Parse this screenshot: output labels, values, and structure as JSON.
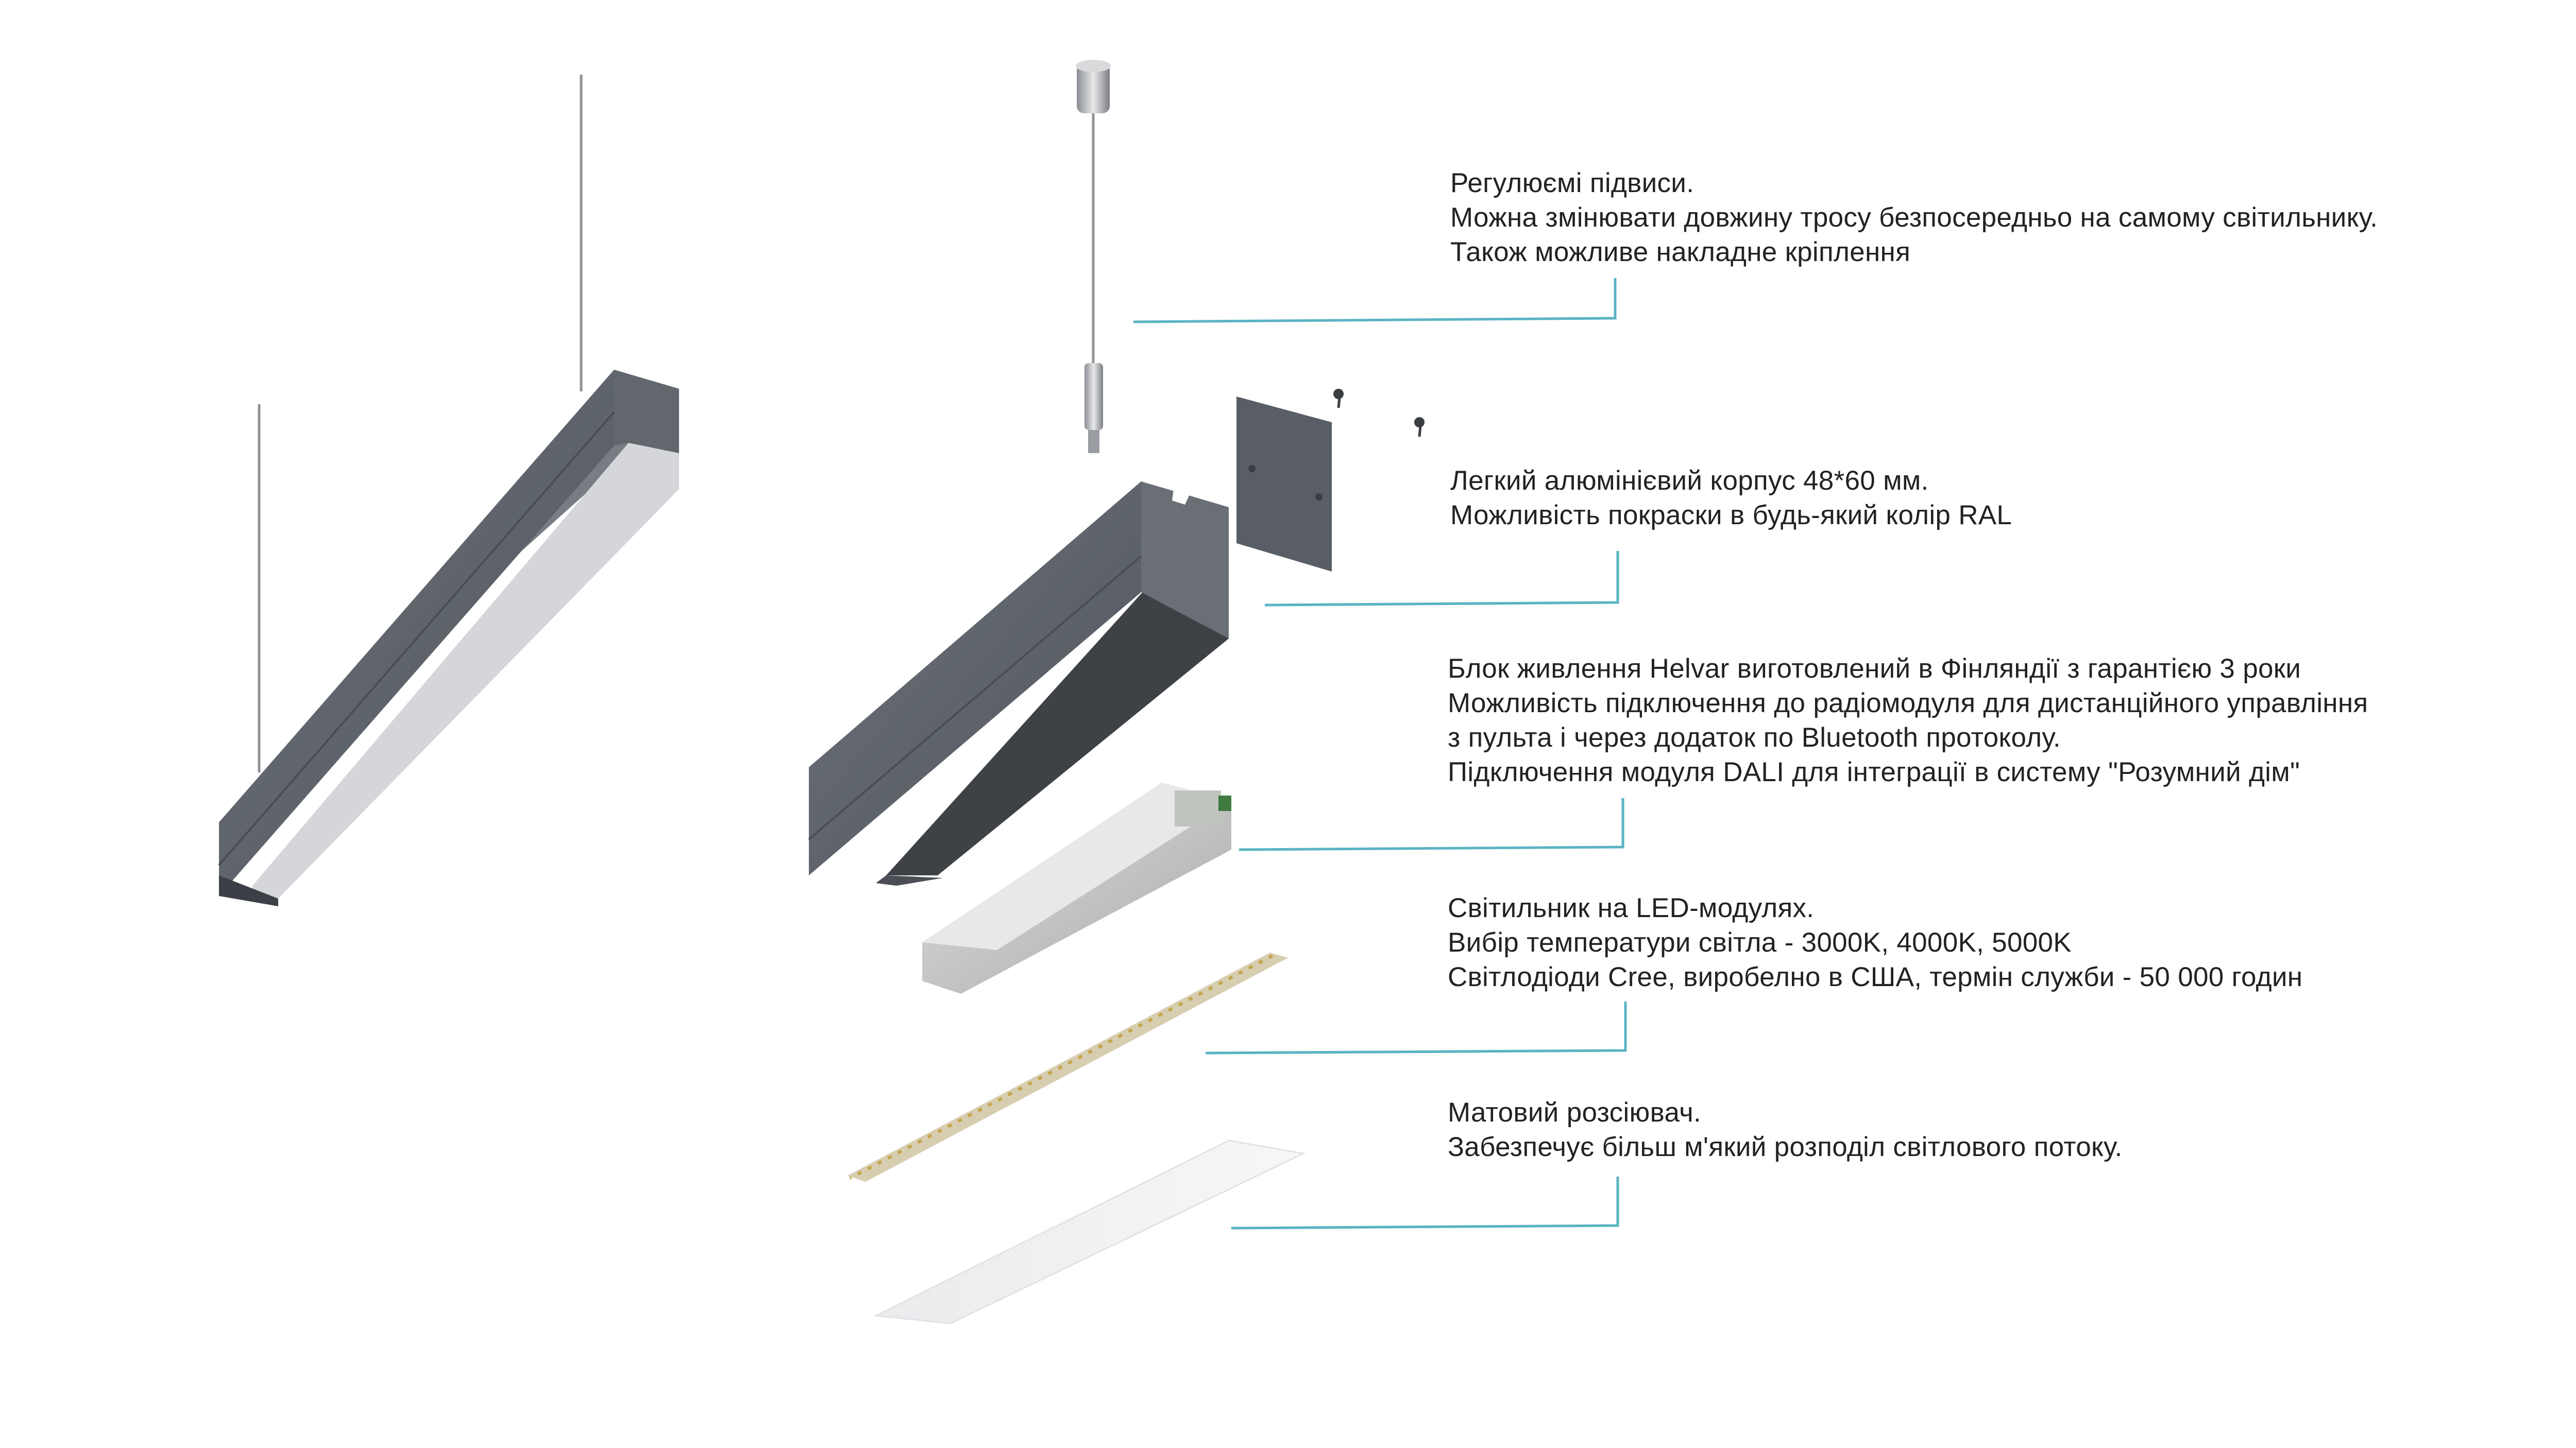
{
  "colors": {
    "leader": "#5bb3c4",
    "profile_dark": "#5a5f66",
    "profile_mid": "#6d727a",
    "profile_light": "#84898f",
    "diffuser": "#e4e6e8",
    "text": "#222222"
  },
  "callouts": [
    {
      "id": "suspension",
      "lines": [
        "Регулюємі підвиси.",
        "Можна змінювати довжину тросу безпосередньо на самому світильнику.",
        "Також можливе накладне кріплення"
      ]
    },
    {
      "id": "housing",
      "lines": [
        "Легкий алюмінієвий корпус 48*60 мм.",
        "Можливість покраски в будь-який колір RAL"
      ]
    },
    {
      "id": "driver",
      "lines": [
        "Блок живлення Helvar виготовлений в Фінляндії з гарантією 3 роки",
        "Можливість підключення до радіомодуля для дистанційного управління",
        "з пульта і через додаток по Bluetooth протоколу.",
        "Підключення модуля DALI для інтеграції в систему \"Розумний дім\""
      ]
    },
    {
      "id": "led",
      "lines": [
        "Світильник на LED-модулях.",
        "Вибір температури світла - 3000K, 4000K, 5000K",
        "Світлодіоди Cree, виробелно в США, термін служби - 50 000 годин"
      ]
    },
    {
      "id": "diffuser",
      "lines": [
        "Матовий розсіювач.",
        "Забезпечує більш  м'який  розподіл світлового потоку."
      ]
    }
  ]
}
